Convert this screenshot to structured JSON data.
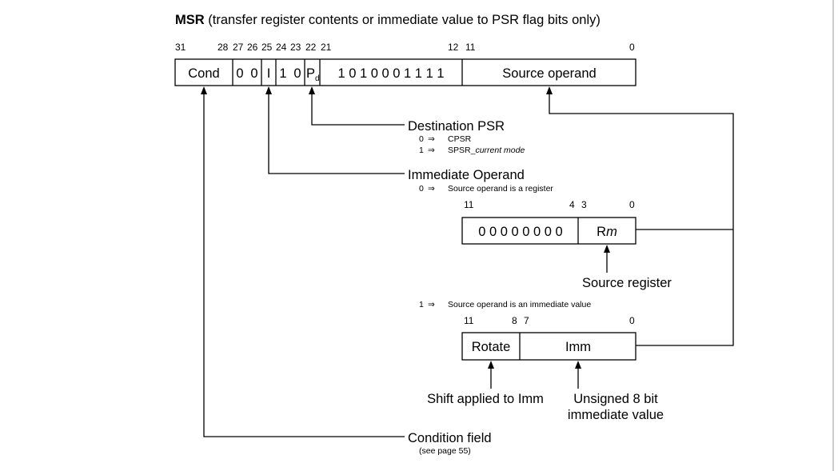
{
  "title": {
    "bold": "MSR",
    "rest": " (transfer register contents or immediate value to PSR flag bits only)"
  },
  "main_bit_numbers": [
    "31",
    "28",
    "27",
    "26",
    "25",
    "24",
    "23",
    "22",
    "21",
    "12",
    "11",
    "0"
  ],
  "main_fields": {
    "cond": "Cond",
    "bits27": "0",
    "bits26": "0",
    "i": "I",
    "bits24": "1",
    "bits23": "0",
    "pd_base": "P",
    "pd_sub": "d",
    "fixed_bits": "1 0 1 0 0 0 1 1 1 1",
    "source_operand": "Source operand"
  },
  "destination_psr": {
    "label": "Destination PSR",
    "opt0_key": "0",
    "opt0_value": "CPSR",
    "opt1_key": "1",
    "opt1_value_prefix": "SPSR_",
    "opt1_value_italic": "current mode"
  },
  "immediate_operand": {
    "label": "Immediate Operand",
    "opt0_key": "0",
    "opt0_value": "Source operand is a register",
    "opt1_key": "1",
    "opt1_value": "Source operand is an immediate value"
  },
  "implies_symbol": "⇒",
  "register_form": {
    "bit_numbers": [
      "11",
      "4",
      "3",
      "0"
    ],
    "zeros": "0 0 0 0 0 0 0 0",
    "rm_prefix": "R",
    "rm_italic": "m",
    "source_register": "Source register"
  },
  "immediate_form": {
    "bit_numbers": [
      "11",
      "8",
      "7",
      "0"
    ],
    "rotate": "Rotate",
    "imm": "Imm",
    "shift_label": "Shift applied to Imm",
    "unsigned_line1": "Unsigned 8 bit",
    "unsigned_line2": "immediate value"
  },
  "condition_field": {
    "label": "Condition field",
    "note": "(see page 55)"
  }
}
